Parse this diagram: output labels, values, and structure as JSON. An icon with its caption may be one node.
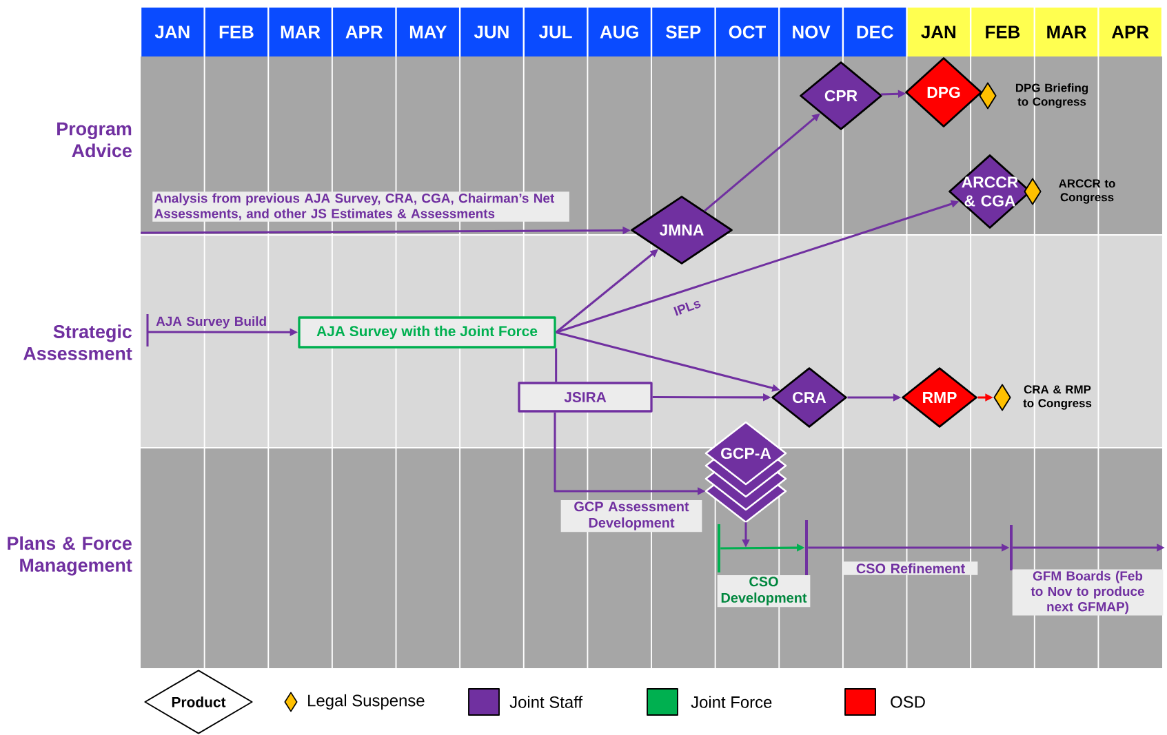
{
  "diagram": {
    "nodes": [
      {
        "text": [
          "JMNA"
        ]
      },
      {
        "text": [
          "CPR"
        ]
      },
      {
        "text": [
          "DPG"
        ]
      },
      {
        "text": [],
        "shape": "diamond",
        "beside": [
          "DPG Briefing to Congress"
        ]
      },
      {
        "text": [
          "ARCCR & CGA"
        ]
      },
      {
        "text": [],
        "shape": "diamond",
        "beside": [
          "ARCCR to Congress"
        ]
      },
      {
        "text": [
          "AJA Survey with the Joint Force"
        ]
      },
      {
        "text": [
          "JSIRA"
        ]
      },
      {
        "text": [
          "CRA"
        ]
      },
      {
        "text": [
          "RMP"
        ]
      },
      {
        "text": [],
        "shape": "diamond",
        "beside": [
          "CRA & RMP to Congress"
        ]
      },
      {
        "text": [
          "GCP-A"
        ]
      },
      {
        "text": [],
        "shape": "bar"
      },
      {
        "text": [],
        "shape": "bar"
      },
      {
        "text": [],
        "shape": "bar"
      }
    ],
    "edges": [
      {
        "from": null,
        "to": 0,
        "arrow": "to",
        "label": "Analysis from previous AJA Survey, CRA, CGA, Chairman’s Net Assessments, and other JS Estimates & Assessments"
      },
      {
        "from": null,
        "to": 6,
        "arrow": "to",
        "label": "AJA Survey Build"
      },
      {
        "from": 6,
        "to": 0,
        "arrow": "to"
      },
      {
        "from": 6,
        "to": 4,
        "arrow": "to",
        "label": "IPLs"
      },
      {
        "from": 6,
        "to": 8,
        "arrow": "to"
      },
      {
        "from": 6,
        "to": 7,
        "arrow": "none"
      },
      {
        "from": 7,
        "to": 11,
        "arrow": "to",
        "label": "GCP Assessment Development"
      },
      {
        "from": 7,
        "to": 8,
        "arrow": "to"
      },
      {
        "from": 0,
        "to": 1,
        "arrow": "to"
      },
      {
        "from": 1,
        "to": 2,
        "arrow": "to"
      },
      {
        "from": 8,
        "to": 9,
        "arrow": "to"
      },
      {
        "from": 9,
        "to": 10,
        "arrow": "to",
        "color": "#ff0000"
      },
      {
        "from": 11,
        "to": null,
        "arrow": "to"
      },
      {
        "from": 12,
        "to": 13,
        "arrow": "to",
        "label": "CSO Development",
        "color": "#00b050"
      },
      {
        "from": 13,
        "to": 14,
        "arrow": "to",
        "label": "CSO Refinement"
      },
      {
        "from": 14,
        "to": null,
        "arrow": "to",
        "label": "GFM Boards (Feb to Nov to produce next GFMAP)"
      }
    ],
    "labels": [
      "JAN",
      "FEB",
      "MAR",
      "APR",
      "MAY",
      "JUN",
      "JUL",
      "AUG",
      "SEP",
      "OCT",
      "NOV",
      "DEC",
      "JAN",
      "FEB",
      "MAR",
      "APR",
      "Program Advice",
      "Strategic Assessment",
      "Plans & Force Management"
    ],
    "legend": [
      {
        "text": "Product"
      },
      {
        "text": "Legal Suspense"
      },
      {
        "text": "Joint Staff",
        "color": "#7030a0"
      },
      {
        "text": "Joint Force",
        "color": "#00b050"
      },
      {
        "text": "OSD",
        "color": "#ff0000"
      }
    ]
  }
}
